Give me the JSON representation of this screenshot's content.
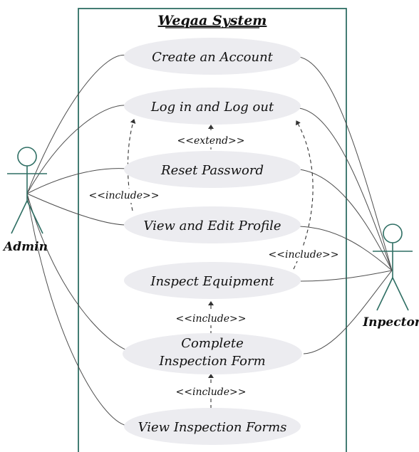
{
  "system": {
    "title": "Weqaa System"
  },
  "actors": {
    "admin": {
      "label": "Admin"
    },
    "inspector": {
      "label": "Inpector"
    }
  },
  "use_cases": [
    {
      "id": "uc-create-account",
      "lines": [
        "Create an Account"
      ]
    },
    {
      "id": "uc-login-logout",
      "lines": [
        "Log in and Log out"
      ]
    },
    {
      "id": "uc-reset-password",
      "lines": [
        "Reset Password"
      ]
    },
    {
      "id": "uc-view-edit-profile",
      "lines": [
        "View and Edit Profile"
      ]
    },
    {
      "id": "uc-inspect-equipment",
      "lines": [
        "Inspect Equipment"
      ]
    },
    {
      "id": "uc-complete-inspection-form",
      "lines": [
        "Complete",
        "Inspection Form"
      ]
    },
    {
      "id": "uc-view-inspection-forms",
      "lines": [
        "View Inspection Forms"
      ]
    }
  ],
  "relations": {
    "extend_label": "<<extend>>",
    "include_label": "<<include>>"
  },
  "colors": {
    "boundary": "#2f6f64",
    "actor": "#2f6f64",
    "use_case_fill": "#ececf0",
    "line": "#4d4d4d"
  }
}
